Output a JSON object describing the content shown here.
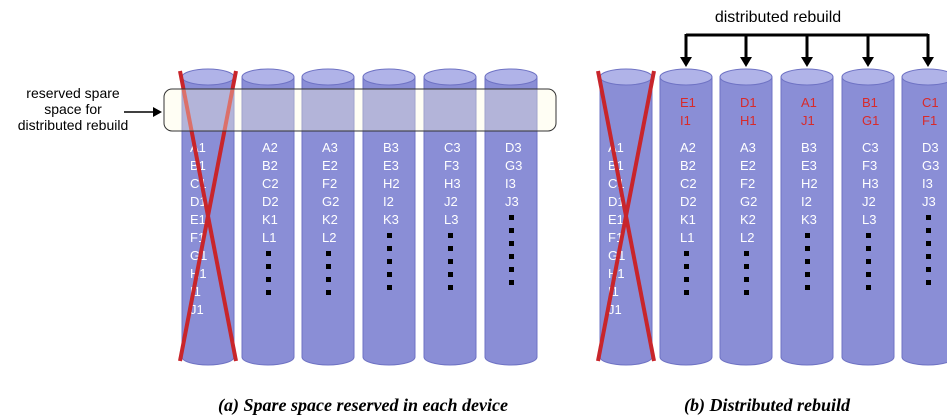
{
  "title_top": "distributed rebuild",
  "annotation": {
    "lines": [
      "reserved spare",
      "space for",
      "distributed rebuild"
    ]
  },
  "captions": {
    "a": "(a) Spare space reserved in each device",
    "b": "(b) Distributed rebuild"
  },
  "colors": {
    "disk_body": "#8a8ed6",
    "disk_top": "#b0b3e8",
    "disk_edge": "#6f73c4",
    "spare_band": "#fffbe0",
    "cross": "#c8252b",
    "rebuilt_text": "#d82a2a",
    "normal_text": "#ffffff",
    "arrow": "#000000"
  },
  "panel_a": {
    "disks": [
      {
        "cells": [
          "A1",
          "B1",
          "C1",
          "D1",
          "E1",
          "F1",
          "G1",
          "H1",
          "I1",
          "J1"
        ],
        "dots": 0,
        "failed": true
      },
      {
        "cells": [
          "A2",
          "B2",
          "C2",
          "D2",
          "K1",
          "L1"
        ],
        "dots": 4,
        "failed": false
      },
      {
        "cells": [
          "A3",
          "E2",
          "F2",
          "G2",
          "K2",
          "L2"
        ],
        "dots": 4,
        "failed": false
      },
      {
        "cells": [
          "B3",
          "E3",
          "H2",
          "I2",
          "K3"
        ],
        "dots": 5,
        "failed": false
      },
      {
        "cells": [
          "C3",
          "F3",
          "H3",
          "J2",
          "L3"
        ],
        "dots": 5,
        "failed": false
      },
      {
        "cells": [
          "D3",
          "G3",
          "I3",
          "J3"
        ],
        "dots": 6,
        "failed": false
      }
    ]
  },
  "panel_b": {
    "disks": [
      {
        "spare": [],
        "cells": [
          "A1",
          "B1",
          "C1",
          "D1",
          "E1",
          "F1",
          "G1",
          "H1",
          "I1",
          "J1"
        ],
        "dots": 0,
        "failed": true
      },
      {
        "spare": [
          "E1",
          "I1"
        ],
        "cells": [
          "A2",
          "B2",
          "C2",
          "D2",
          "K1",
          "L1"
        ],
        "dots": 4,
        "failed": false
      },
      {
        "spare": [
          "D1",
          "H1"
        ],
        "cells": [
          "A3",
          "E2",
          "F2",
          "G2",
          "K2",
          "L2"
        ],
        "dots": 4,
        "failed": false
      },
      {
        "spare": [
          "A1",
          "J1"
        ],
        "cells": [
          "B3",
          "E3",
          "H2",
          "I2",
          "K3"
        ],
        "dots": 5,
        "failed": false
      },
      {
        "spare": [
          "B1",
          "G1"
        ],
        "cells": [
          "C3",
          "F3",
          "H3",
          "J2",
          "L3"
        ],
        "dots": 5,
        "failed": false
      },
      {
        "spare": [
          "C1",
          "F1"
        ],
        "cells": [
          "D3",
          "G3",
          "I3",
          "J3"
        ],
        "dots": 6,
        "failed": false
      }
    ]
  }
}
